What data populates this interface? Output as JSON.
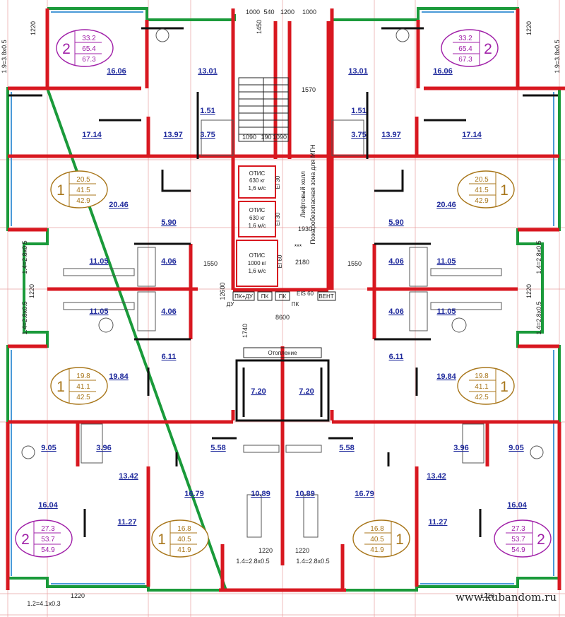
{
  "apartments": [
    {
      "rooms": "2",
      "living": "33.2",
      "total": "65.4",
      "full": "67.3",
      "color": "#a020a8"
    },
    {
      "rooms": "2",
      "living": "33.2",
      "total": "65.4",
      "full": "67.3",
      "color": "#a020a8"
    },
    {
      "rooms": "1",
      "living": "20.5",
      "total": "41.5",
      "full": "42.9",
      "color": "#a8761a"
    },
    {
      "rooms": "1",
      "living": "20.5",
      "total": "41.5",
      "full": "42.9",
      "color": "#a8761a"
    },
    {
      "rooms": "1",
      "living": "19.8",
      "total": "41.1",
      "full": "42.5",
      "color": "#a8761a"
    },
    {
      "rooms": "1",
      "living": "19.8",
      "total": "41.1",
      "full": "42.5",
      "color": "#a8761a"
    },
    {
      "rooms": "2",
      "living": "27.3",
      "total": "53.7",
      "full": "54.9",
      "color": "#a020a8"
    },
    {
      "rooms": "1",
      "living": "16.8",
      "total": "40.5",
      "full": "41.9",
      "color": "#a8761a"
    },
    {
      "rooms": "1",
      "living": "16.8",
      "total": "40.5",
      "full": "41.9",
      "color": "#a8761a"
    },
    {
      "rooms": "2",
      "living": "27.3",
      "total": "53.7",
      "full": "54.9",
      "color": "#a020a8"
    }
  ],
  "room_areas": [
    "16.06",
    "13.01",
    "13.01",
    "16.06",
    "1.51",
    "1.51",
    "17.14",
    "13.97",
    "3.75",
    "3.75",
    "13.97",
    "17.14",
    "20.46",
    "5.90",
    "5.90",
    "20.46",
    "11.05",
    "4.06",
    "4.06",
    "11.05",
    "11.05",
    "4.06",
    "4.06",
    "11.05",
    "6.11",
    "6.11",
    "19.84",
    "7.20",
    "7.20",
    "19.84",
    "9.05",
    "3.96",
    "3.96",
    "9.05",
    "5.58",
    "5.58",
    "13.42",
    "13.42",
    "16.79",
    "10.89",
    "10.89",
    "16.79",
    "16.04",
    "11.27",
    "11.27",
    "16.04"
  ],
  "dimensions": [
    "1000",
    "540",
    "1200",
    "1000",
    "1450",
    "1220",
    "1570",
    "1090",
    "190",
    "1090",
    "1930",
    "1550",
    "2180",
    "1550",
    "12600",
    "8600",
    "1740",
    "1220",
    "1220",
    "1220",
    "1220",
    "1220",
    "1220",
    "1220"
  ],
  "balcony_labels": [
    "1.9=3.8x0.5",
    "1.9=3.8x0.5",
    "1.4=2.8x0.5",
    "1.4=2.8x0.5",
    "1.4=2.8x0.5",
    "1.4=2.8x0.5",
    "1.4=2.8x0.5",
    "1.4=2.8x0.5",
    "1.2=4.1x0.3"
  ],
  "lifts": [
    {
      "brand": "ОТИС",
      "capacity": "630 кг",
      "speed": "1,6 м/с"
    },
    {
      "brand": "ОТИС",
      "capacity": "630 кг",
      "speed": "1,6 м/с"
    },
    {
      "brand": "ОТИС",
      "capacity": "1000 кг",
      "speed": "1,6 м/с"
    }
  ],
  "fire_marks": [
    "EI 30",
    "EI 30",
    "EI 60",
    "EIS 60"
  ],
  "core_labels": {
    "lift_hall": "Лифтовый холл",
    "mgn_zone": "Пожаробезопасная зона для МГН",
    "stars": "***",
    "heating": "Отопление",
    "pk1": "ПК",
    "pk2": "ПК",
    "pk3": "ПК",
    "shaft1": "ПК+ДУ",
    "shaft2": "ДУ",
    "shaft3": "ВЕНТ"
  },
  "watermark": "www.kubandom.ru"
}
